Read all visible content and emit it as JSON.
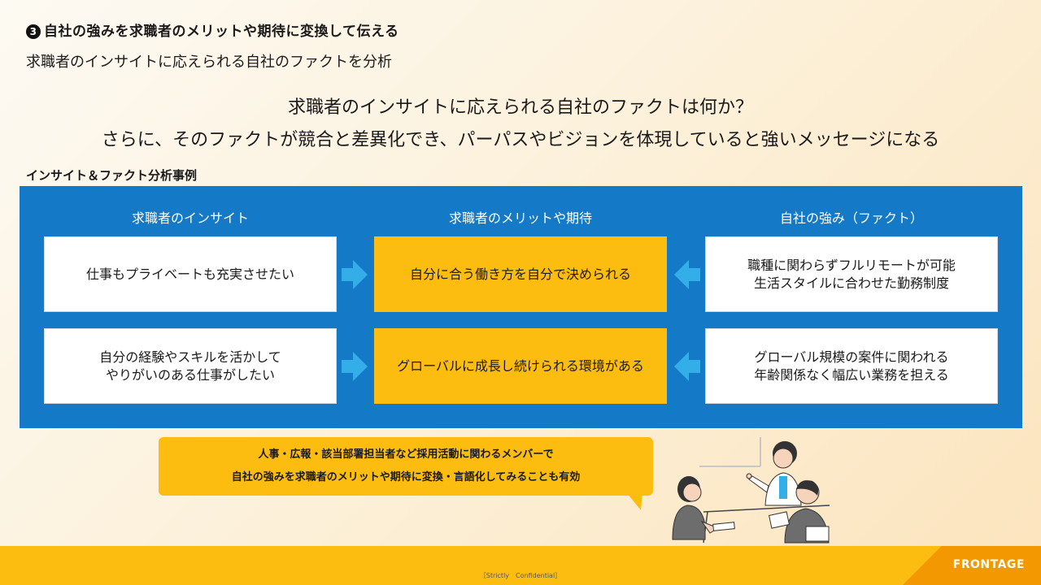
{
  "header": {
    "number": "3",
    "title": "自社の強みを求職者のメリットや期待に変換して伝える",
    "subtitle": "求職者のインサイトに応えられる自社のファクトを分析"
  },
  "lead": {
    "line1": "求職者のインサイトに応えられる自社のファクトは何か？",
    "line2": "さらに、そのファクトが競合と差異化でき、パーパスやビジョンを体現していると強いメッセージになる"
  },
  "section_label": "インサイト＆ファクト分析事例",
  "columns": {
    "insight": "求職者のインサイト",
    "merit": "求職者のメリットや期待",
    "fact": "自社の強み（ファクト）"
  },
  "rows": [
    {
      "insight": "仕事もプライベートも充実させたい",
      "merit": "自分に合う働き方を自分で決められる",
      "fact_line1": "職種に関わらずフルリモートが可能",
      "fact_line2": "生活スタイルに合わせた勤務制度"
    },
    {
      "insight_line1": "自分の経験やスキルを活かして",
      "insight_line2": "やりがいのある仕事がしたい",
      "merit": "グローバルに成長し続けられる環境がある",
      "fact_line1": "グローバル規模の案件に関われる",
      "fact_line2": "年齢関係なく幅広い業務を担える"
    }
  ],
  "callout": {
    "line1": "人事・広報・該当部署担当者など採用活動に関わるメンバーで",
    "line2": "自社の強みを求職者のメリットや期待に変換・言語化してみることも有効"
  },
  "footer": {
    "logo": "FRONTAGE",
    "confidential": "［Strictly　Confidential］"
  },
  "colors": {
    "panel_blue": "#1479c6",
    "accent_yellow": "#fdbd10",
    "arrow_blue": "#33aee8",
    "logo_orange": "#f39800"
  }
}
